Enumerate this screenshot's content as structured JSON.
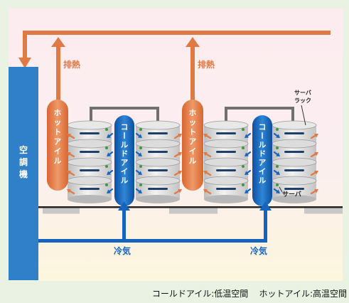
{
  "labels": {
    "ac_unit": "空調機",
    "exhaust_heat": "排熱",
    "hot_aisle": "ホットアイル",
    "cold_aisle": "コールドアイル",
    "cool_air": "冷気",
    "server_rack": "サーバラック",
    "server": "サーバ"
  },
  "legend": {
    "cold": "コールドアイル:低温空間",
    "hot": "ホットアイル:高温空間"
  },
  "colors": {
    "hot": "#e07a45",
    "cold": "#1565c0",
    "ac_unit": "#2f7fc9",
    "rack": "#d6d6d6",
    "server_slot": "#1e3f66",
    "led": "#3a9a3a",
    "connector": "#707070",
    "floor": "#222222",
    "floor_tile": "#c8c8c8"
  },
  "icons": {
    "hot_arrow": "arrow-up-orange-icon",
    "cold_arrow": "arrow-up-blue-icon",
    "exhaust_small_arrow": "small-orange-arrow-icon",
    "intake_small_arrow": "small-blue-arrow-icon"
  }
}
